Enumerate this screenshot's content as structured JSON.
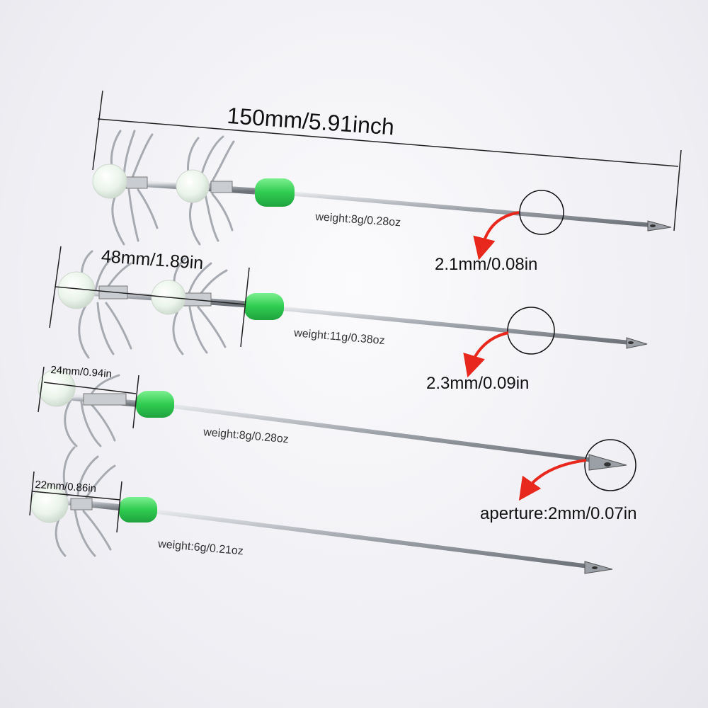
{
  "dimensions": {
    "overall_length": "150mm/5.91inch",
    "hook_48": "48mm/1.89in",
    "hook_24": "24mm/0.94in",
    "hook_22": "22mm/0.86in"
  },
  "rigs": [
    {
      "weight": "weight:8g/0.28oz",
      "diameter": "2.1mm/0.08in"
    },
    {
      "weight": "weight:11g/0.38oz",
      "diameter": "2.3mm/0.09in"
    },
    {
      "weight": "weight:8g/0.28oz",
      "aperture": "aperture:2mm/0.07in"
    },
    {
      "weight": "weight:6g/0.21oz"
    }
  ],
  "colors": {
    "bead_glow": "#eef7ee",
    "stopper": "#37d05a",
    "steel": "#a9adb4",
    "arrow": "#e8281c"
  }
}
